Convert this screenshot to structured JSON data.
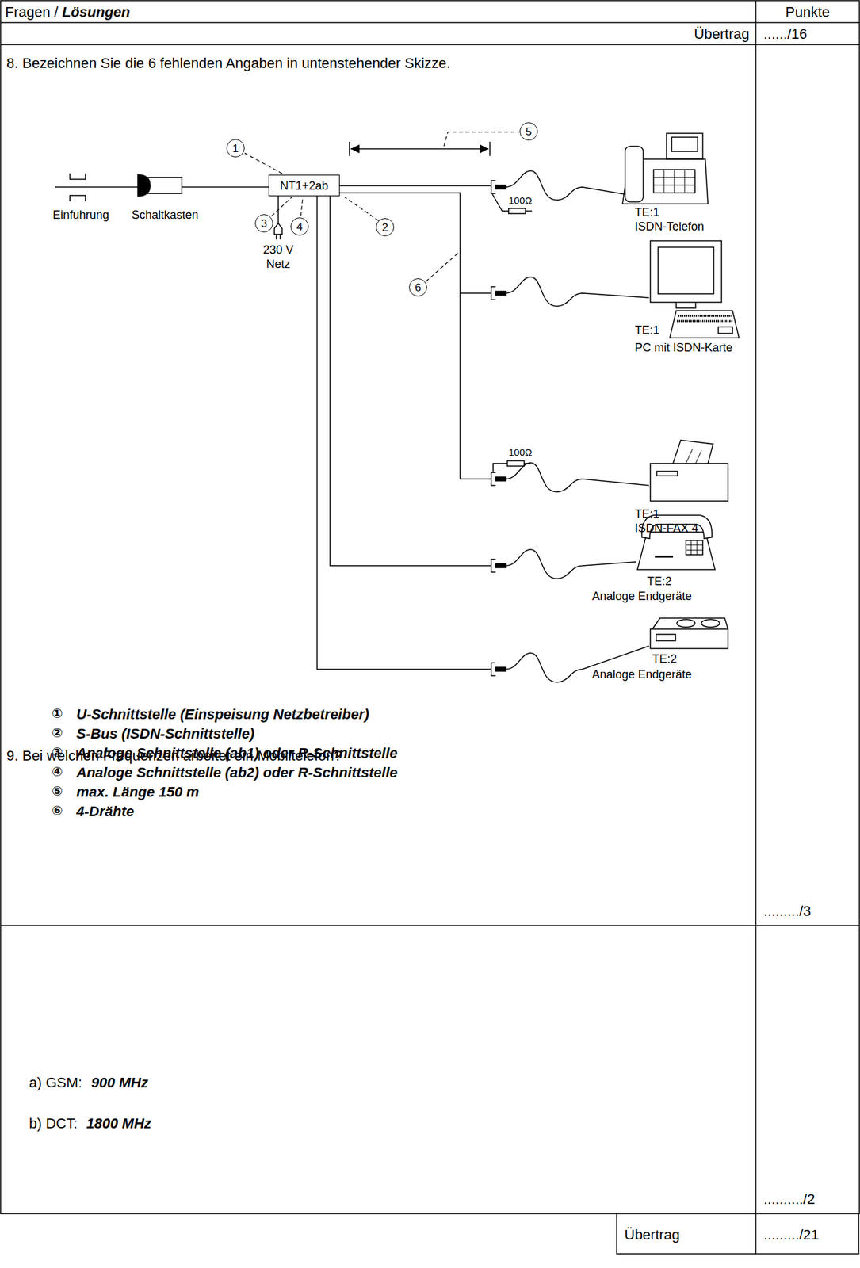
{
  "diagram": {
    "nodes": [
      {
        "text": [
          "NT1+2ab"
        ]
      },
      {
        "text": [
          "1"
        ]
      },
      {
        "text": [
          "2"
        ]
      },
      {
        "text": [
          "3"
        ]
      },
      {
        "text": [
          "4"
        ]
      },
      {
        "text": [
          "5"
        ]
      },
      {
        "text": [
          "6"
        ]
      }
    ],
    "edges": [
      {
        "from": 1,
        "to": 0,
        "arrow": "none"
      },
      {
        "from": 3,
        "to": 0,
        "arrow": "none"
      },
      {
        "from": 4,
        "to": 0,
        "arrow": "none"
      }
    ],
    "labels": [
      "Fragen /",
      "Lösungen",
      "Punkte",
      "Übertrag",
      "....../16",
      "8. Bezeichnen Sie die 6 fehlenden Angaben in untenstehender Skizze.",
      "Einfuhrung",
      "Schaltkasten",
      "230 V",
      "Netz",
      "100Ω",
      "TE:1",
      "ISDN-Telefon",
      "TE:1",
      "PC mit ISDN-Karte",
      "100Ω",
      "TE:1",
      "ISDN-FAX 4",
      "TE:2",
      "Analoge Endgeräte",
      "TE:2",
      "Analoge Endgeräte",
      "①",
      "U-Schnittstelle (Einspeisung Netzbetreiber)",
      "②",
      "S-Bus (ISDN-Schnittstelle)",
      "③",
      "Analoge Schnittstelle (ab1) oder R-Schnittstelle",
      "④",
      "Analoge Schnittstelle (ab2) oder R-Schnittstelle",
      "⑤",
      "max. Länge 150 m",
      "⑥",
      "4-Drähte",
      "........./3",
      "9. Bei welchen Frequenzen arbeitet ein Mobiltelefon?",
      "a) GSM:",
      "900 MHz",
      "b) DCT:",
      "1800 MHz",
      "........../2",
      "Übertrag",
      "........./21"
    ]
  }
}
